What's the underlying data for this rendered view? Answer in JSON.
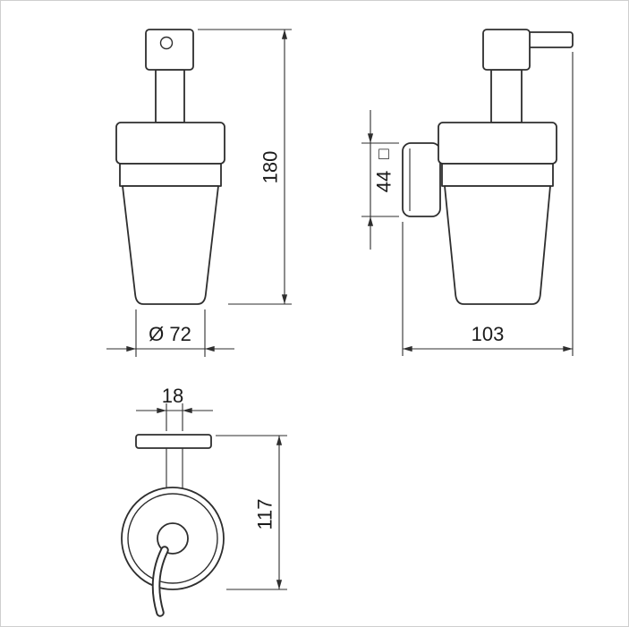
{
  "page": {
    "background": "#ffffff",
    "border_color": "#cfcfcf",
    "line_color": "#2e2e2e"
  },
  "drawing": {
    "type": "technical-dimension-drawing",
    "subject": "wall-mounted glass soap dispenser with bracket",
    "views": {
      "front": {
        "name": "front view",
        "dimensions": {
          "height": "180",
          "diameter": "Ø 72"
        }
      },
      "side": {
        "name": "side view with wall bracket",
        "dimensions": {
          "bracket_square_symbol": "□",
          "bracket_size": "44",
          "depth": "103"
        }
      },
      "bottom": {
        "name": "bottom view",
        "dimensions": {
          "stem_width": "18",
          "total_height": "117"
        }
      }
    }
  }
}
